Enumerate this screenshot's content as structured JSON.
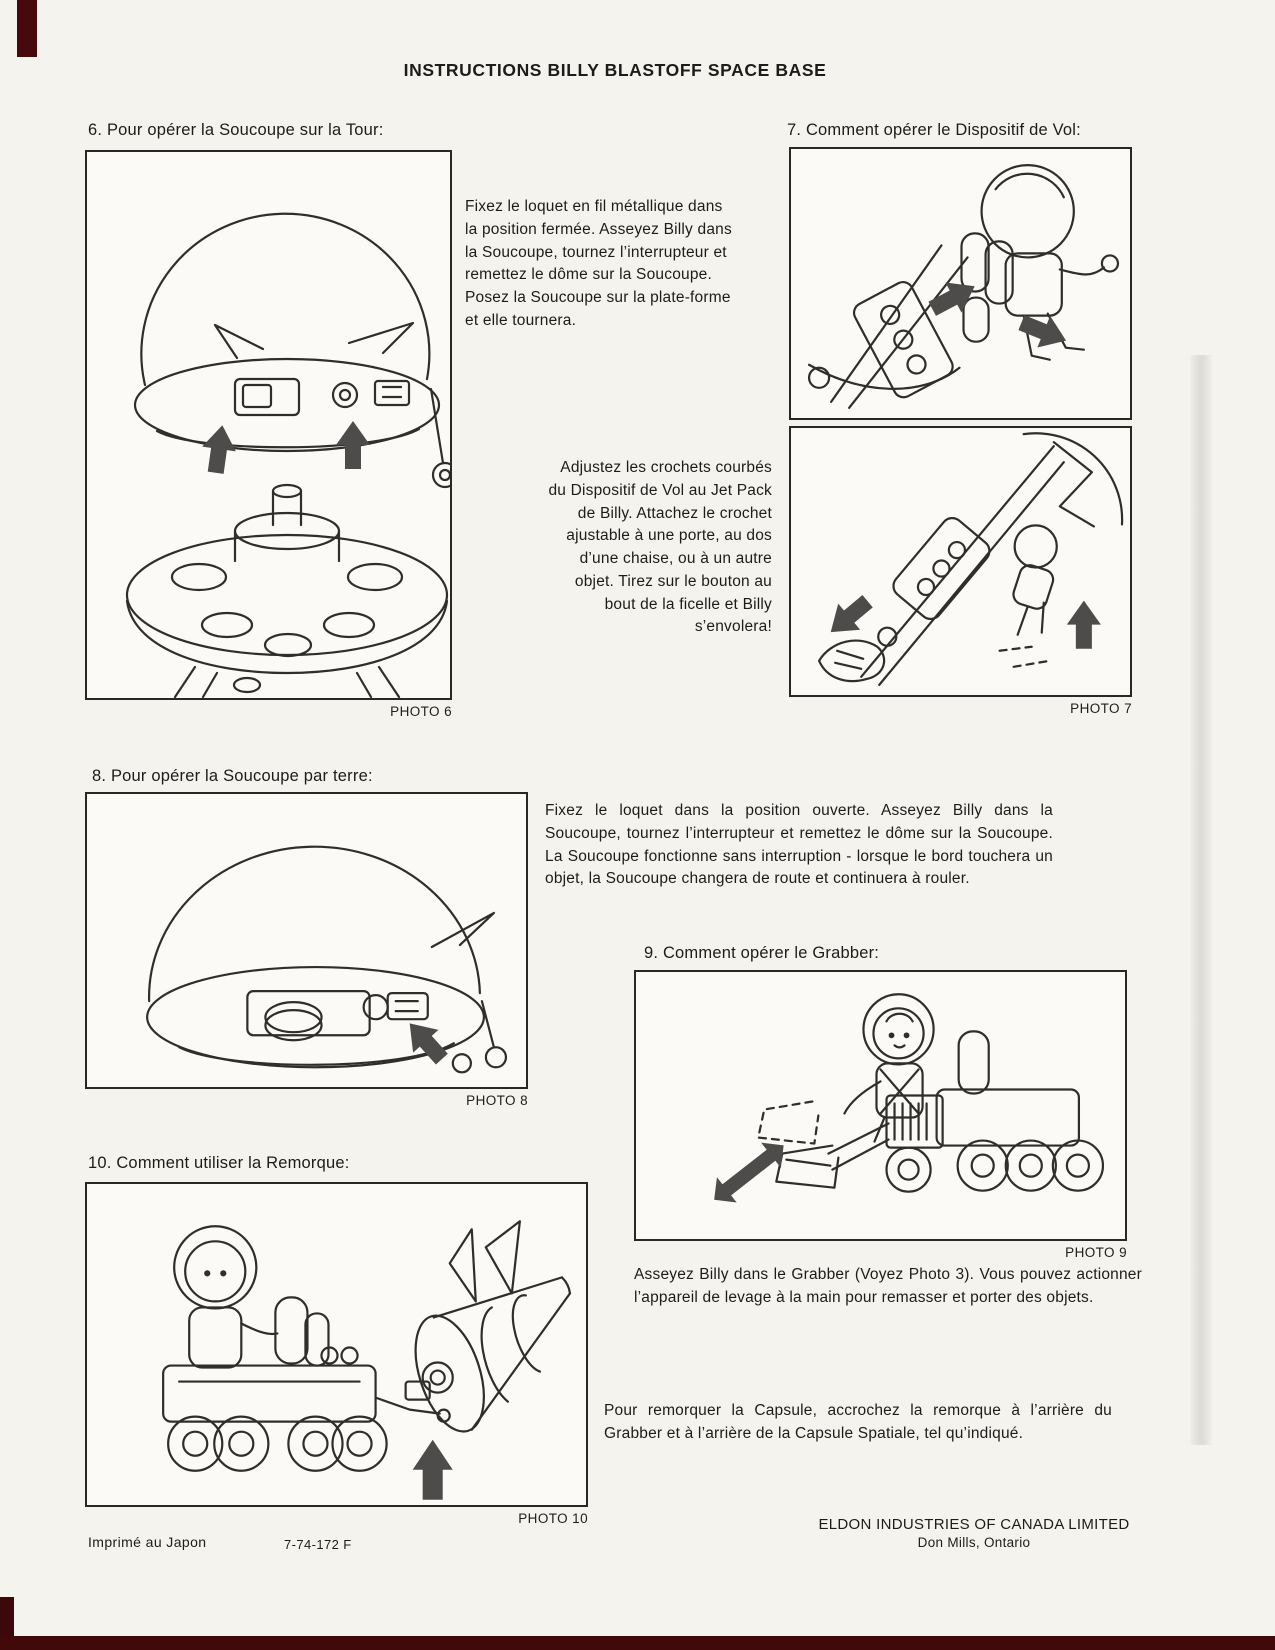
{
  "page": {
    "title": "INSTRUCTIONS BILLY BLASTOFF SPACE BASE"
  },
  "sections": {
    "s6": {
      "heading": "6. Pour opérer la Soucoupe sur la Tour:",
      "body": "Fixez le loquet en fil métallique dans la position fermée. Asseyez Billy dans la Soucoupe, tournez l’interrupteur et remettez le dôme sur la Soucoupe. Posez la Soucoupe sur la plate-forme et elle tournera.",
      "photo_label": "PHOTO 6"
    },
    "s7": {
      "heading": "7. Comment opérer le Dispositif de Vol:",
      "body": "Adjustez les crochets courbés du Dispositif de Vol au Jet Pack de Billy. Attachez le crochet ajustable à une porte, au dos d’une chaise, ou à un autre objet. Tirez sur le bouton au bout de la ficelle et Billy s’envolera!",
      "photo_label": "PHOTO 7"
    },
    "s8": {
      "heading": "8. Pour opérer la Soucoupe par terre:",
      "body": "Fixez le loquet dans la position ouverte. Asseyez Billy dans la Soucoupe, tournez l’interrupteur et remettez le dôme sur la Soucoupe. La Soucoupe fonctionne sans interruption - lorsque le bord touchera un objet, la Soucoupe changera de route et continuera à rouler.",
      "photo_label": "PHOTO 8"
    },
    "s9": {
      "heading": "9. Comment opérer le Grabber:",
      "body": "Asseyez Billy dans le Grabber (Voyez Photo 3). Vous pouvez actionner l’appareil de levage à la main pour remasser et porter des objets.",
      "photo_label": "PHOTO 9"
    },
    "s10": {
      "heading": "10. Comment utiliser la Remorque:",
      "body": "Pour remorquer la Capsule, accrochez la remorque à l’arrière du Grabber et à l’arrière de la Capsule Spatiale, tel qu’indiqué.",
      "photo_label": "PHOTO 10"
    }
  },
  "footer": {
    "printed": "Imprimé au Japon",
    "code": "7-74-172 F",
    "company": "ELDON INDUSTRIES OF CANADA LIMITED",
    "city": "Don Mills, Ontario"
  }
}
